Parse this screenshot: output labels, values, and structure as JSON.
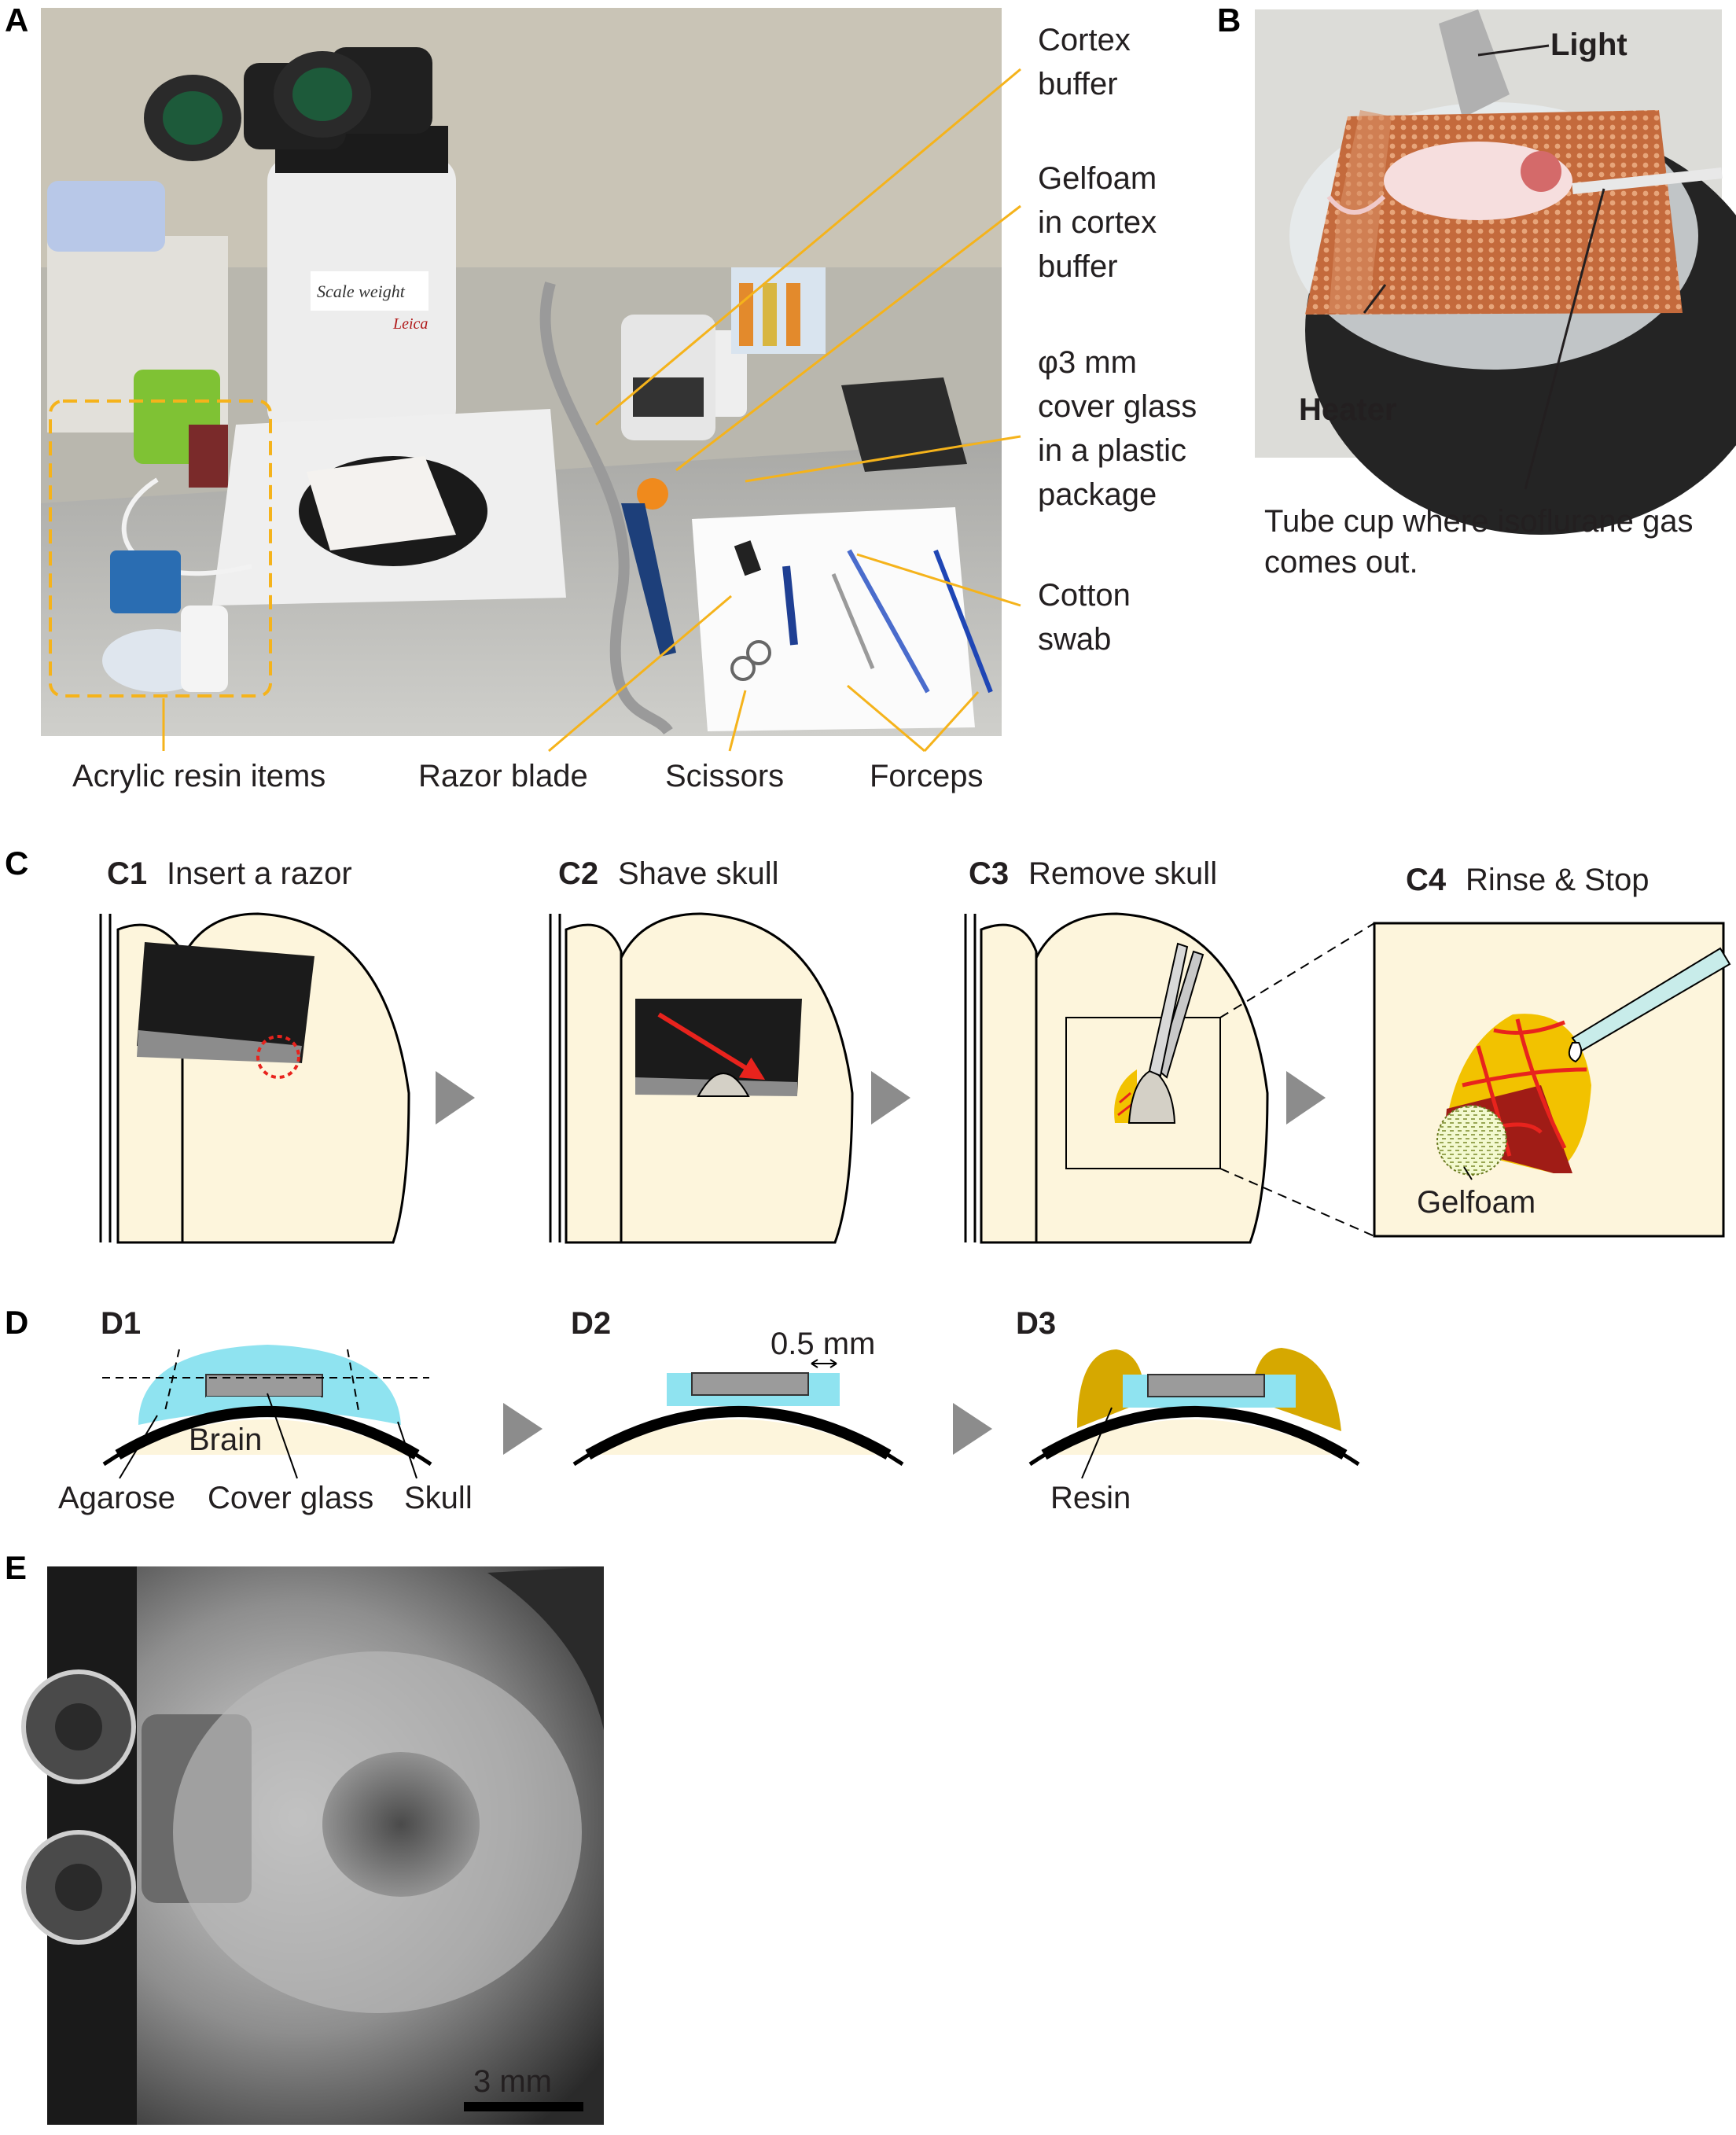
{
  "panels": {
    "a": "A",
    "b": "B",
    "c": "C",
    "d": "D",
    "e": "E"
  },
  "panel_a": {
    "callouts": [
      [
        "Cortex",
        "buffer"
      ],
      [
        "Gelfoam",
        "in cortex",
        "buffer"
      ],
      [
        "φ3 mm",
        "cover glass",
        "in a plastic",
        "package"
      ],
      [
        "Cotton",
        "swab"
      ]
    ],
    "bottom_labels": [
      "Acrylic resin items",
      "Razor blade",
      "Scissors",
      "Forceps"
    ],
    "microscope_tag": "Scale weight",
    "brand": "Leica"
  },
  "panel_b": {
    "light": "Light",
    "heater": "Heater",
    "caption": [
      "Tube cup where isoflurane gas",
      "comes out."
    ]
  },
  "panel_c": {
    "steps": [
      {
        "id": "C1",
        "title": "Insert a razor"
      },
      {
        "id": "C2",
        "title": "Shave skull"
      },
      {
        "id": "C3",
        "title": "Remove skull"
      },
      {
        "id": "C4",
        "title": "Rinse & Stop"
      }
    ],
    "gelfoam": "Gelfoam"
  },
  "panel_d": {
    "steps": [
      "D1",
      "D2",
      "D3"
    ],
    "brain": "Brain",
    "agarose": "Agarose",
    "cover_glass": "Cover glass",
    "skull": "Skull",
    "gap": "0.5 mm",
    "resin": "Resin"
  },
  "panel_e": {
    "scale": "3 mm"
  },
  "colors": {
    "brain": "#fdf5dc",
    "agarose": "#8fe3f0",
    "glass": "#9b9b9b",
    "resin": "#d6a800",
    "vessel": "#e8231d",
    "callout_line": "#f5b31b",
    "arrow": "#8c8c8c"
  }
}
